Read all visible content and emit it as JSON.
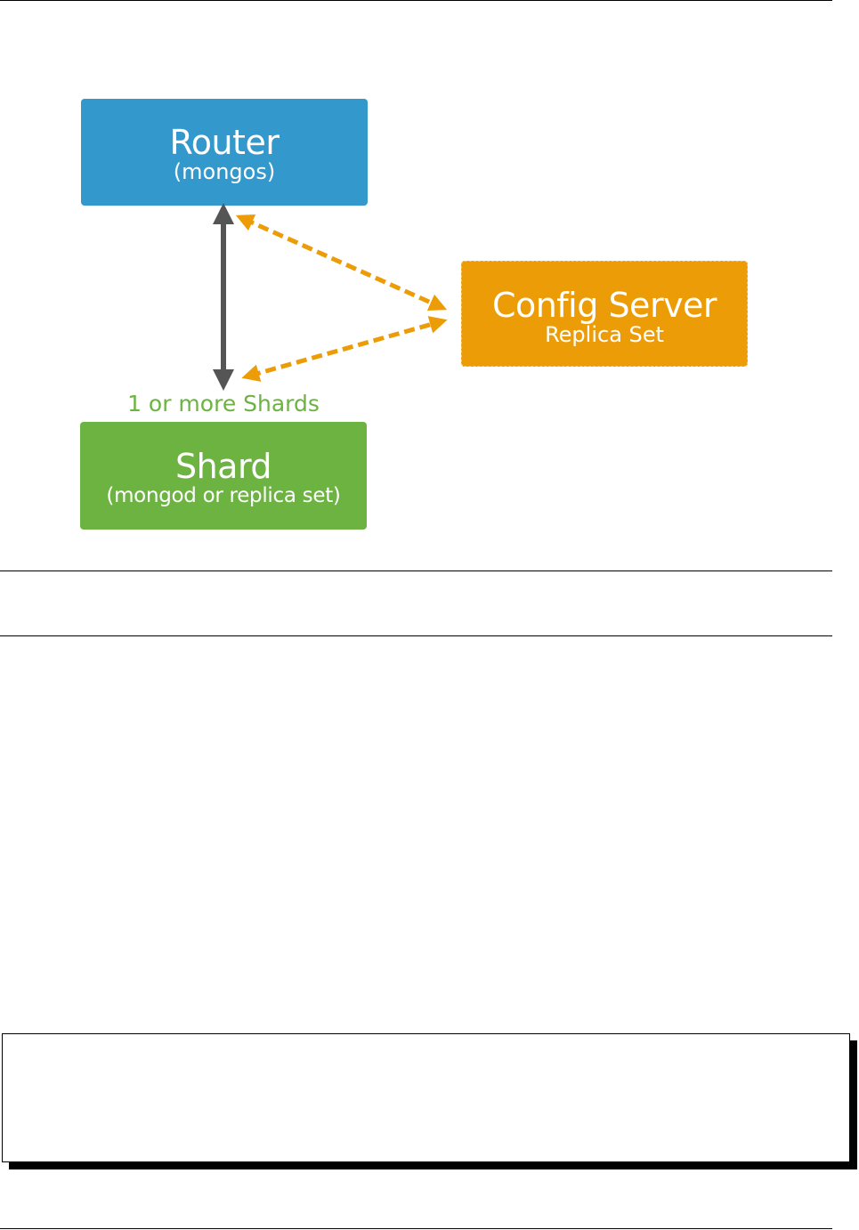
{
  "diagram": {
    "router": {
      "title": "Router",
      "subtitle": "(mongos)",
      "color": "#3399cc"
    },
    "config_server": {
      "title": "Config Server",
      "subtitle": "Replica Set",
      "color": "#ec9c07"
    },
    "shard": {
      "title": "Shard",
      "subtitle": "(mongod or replica set)",
      "caption": "1 or more Shards",
      "color": "#6cb341"
    },
    "connectors": {
      "router_shard": {
        "style": "solid",
        "color": "#555555"
      },
      "router_config": {
        "style": "dashed",
        "color": "#ec9c07"
      },
      "shard_config": {
        "style": "dashed",
        "color": "#ec9c07"
      }
    }
  }
}
